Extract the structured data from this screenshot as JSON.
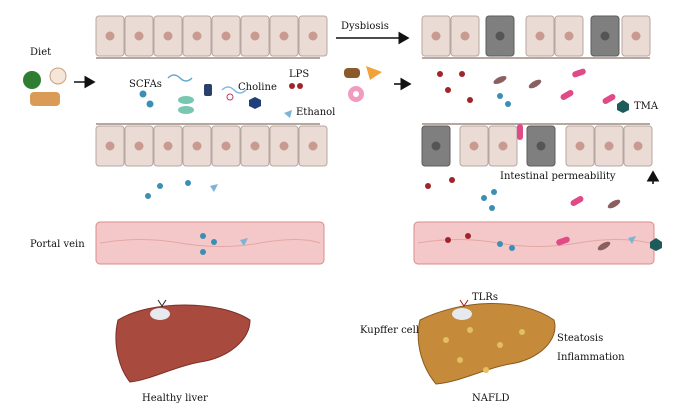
{
  "labels": {
    "diet": "Diet",
    "dysbiosis": "Dysbiosis",
    "scfas": "SCFAs",
    "choline": "Choline",
    "lps": "LPS",
    "ethanol": "Ethanol",
    "tma": "TMA",
    "intestinal_permeability": "Intestinal permeability",
    "portal_vein": "Portal vein",
    "healthy_liver": "Healthy liver",
    "tlrs": "TLRs",
    "kupffer_cell": "Kupffer cell",
    "steatosis": "Steatosis",
    "inflammation": "Inflammation",
    "nafld": "NAFLD"
  },
  "colors": {
    "epithelium_fill": "#eadcd5",
    "epithelium_stroke": "#b6a7a0",
    "nucleus": "#c89a90",
    "damaged_cell": "#7f7f7f",
    "vein_fill": "#f4c8c8",
    "vein_stroke": "#d98b8b",
    "healthy_liver": "#a94a3f",
    "fatty_liver": "#c58a3a",
    "scfa_dot": "#3b8fb5",
    "lps_dot": "#a0252b",
    "choline_hex": "#1f3f7a",
    "bacteria_pink": "#e04a86",
    "tma_hex": "#1d5a5a"
  }
}
